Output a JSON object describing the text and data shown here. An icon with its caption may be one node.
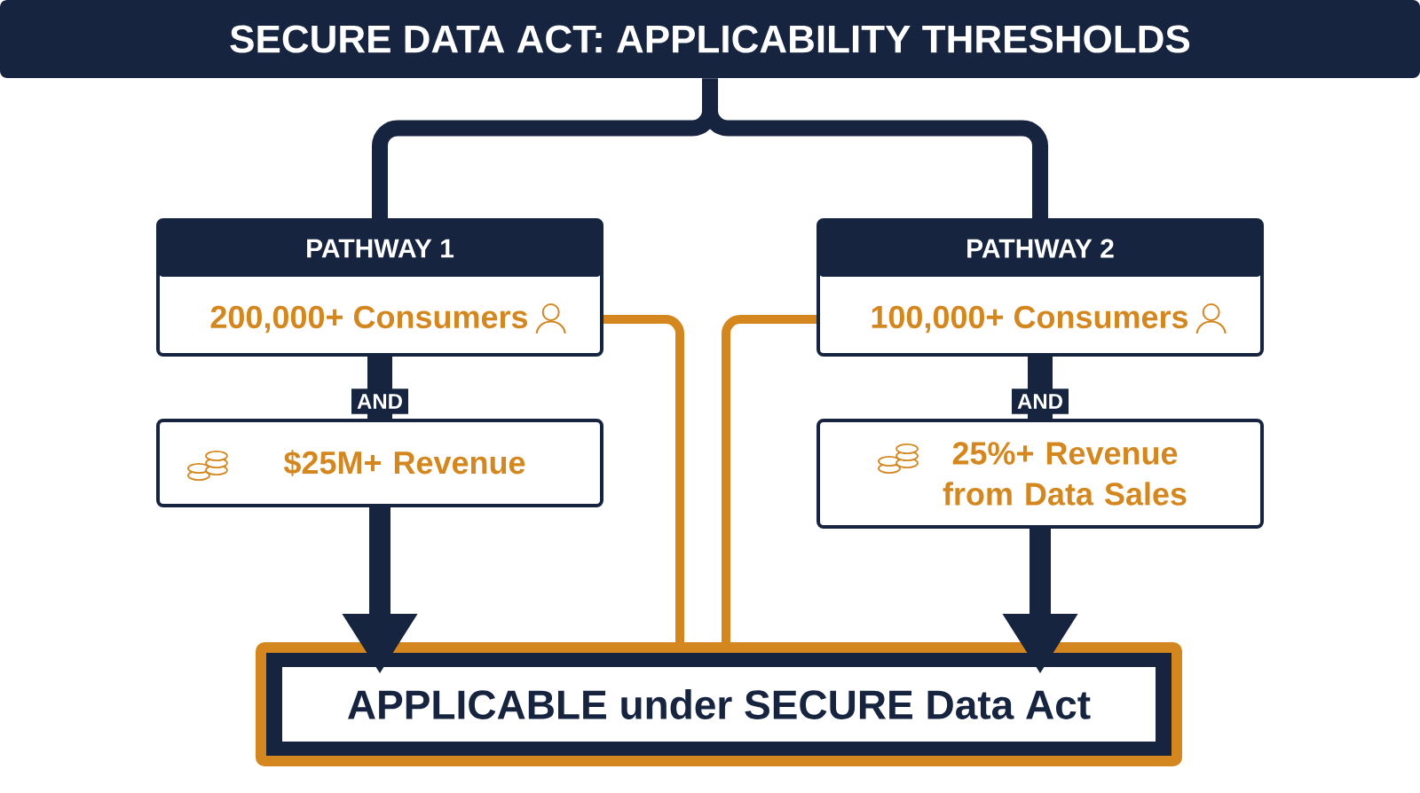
{
  "diagram": {
    "nodes": [
      {
        "text": [
          "SECURE DATA ACT: APPLICABILITY THRESHOLDS"
        ]
      },
      {
        "text": [
          "PATHWAY 1",
          "200,000+ Consumers"
        ]
      },
      {
        "text": [
          "$25M+ Revenue"
        ]
      },
      {
        "text": [
          "PATHWAY 2",
          "100,000+ Consumers"
        ]
      },
      {
        "text": [
          "25%+ Revenue from Data Sales"
        ]
      },
      {
        "text": [
          "APPLICABLE under SECURE Data Act"
        ]
      }
    ],
    "edges": [
      {
        "from": 0,
        "to": 1,
        "arrow": "none"
      },
      {
        "from": 0,
        "to": 3,
        "arrow": "none"
      },
      {
        "from": 1,
        "to": 2,
        "arrow": "none",
        "label": "AND"
      },
      {
        "from": 3,
        "to": 4,
        "arrow": "none",
        "label": "AND"
      },
      {
        "from": 2,
        "to": 5,
        "arrow": "to"
      },
      {
        "from": 4,
        "to": 5,
        "arrow": "to"
      },
      {
        "from": 1,
        "to": 5,
        "arrow": "none",
        "color": "#d4871f"
      },
      {
        "from": 3,
        "to": 5,
        "arrow": "none",
        "color": "#d4871f"
      }
    ]
  }
}
